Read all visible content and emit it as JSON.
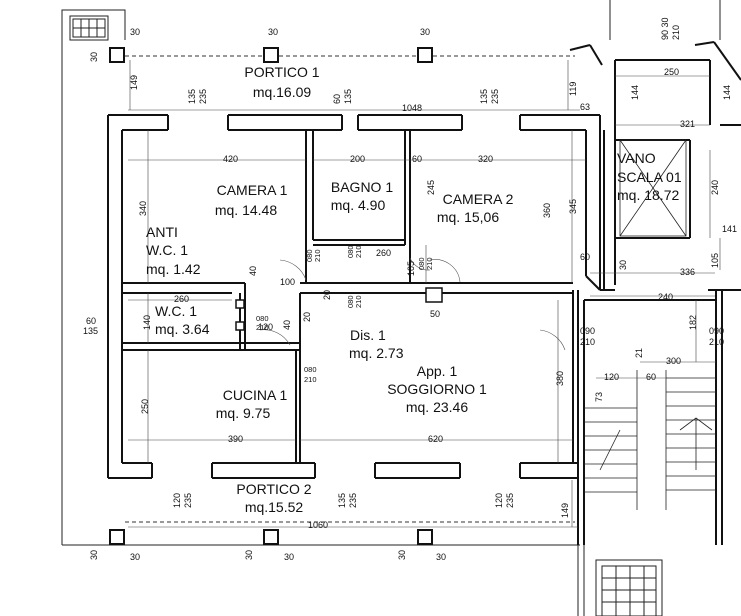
{
  "rooms": {
    "portico1": {
      "name": "PORTICO 1",
      "area": "mq.16.09"
    },
    "camera1": {
      "name": "CAMERA 1",
      "area": "mq. 14.48"
    },
    "bagno1": {
      "name": "BAGNO 1",
      "area": "mq. 4.90"
    },
    "camera2": {
      "name": "CAMERA 2",
      "area": "mq. 15,06"
    },
    "vano": {
      "name1": "VANO",
      "name2": "SCALA 01",
      "area": "mq. 18.72"
    },
    "anti": {
      "name1": "ANTI",
      "name2": "W.C. 1",
      "area": "mq. 1.42"
    },
    "wc1": {
      "name": "W.C. 1",
      "area": "mq. 3.64"
    },
    "dis1": {
      "name": "Dis. 1",
      "area": "mq. 2.73"
    },
    "app1": {
      "name1": "App. 1",
      "name2": "SOGGIORNO 1",
      "area": "mq. 23.46"
    },
    "cucina1": {
      "name": "CUCINA 1",
      "area": "mq. 9.75"
    },
    "portico2": {
      "name": "PORTICO 2",
      "area": "mq.15.52"
    }
  },
  "dims": {
    "d30a": "30",
    "d30b": "30",
    "d30c": "30",
    "d90_30": "90 30",
    "d210": "210",
    "d149": "149",
    "d135a": "135",
    "d235a": "235",
    "d60a": "60",
    "d135b": "135",
    "d135c": "135",
    "d235b": "235",
    "d119": "119",
    "d1048": "1048",
    "d63": "63",
    "d250": "250",
    "d144a": "144",
    "d144b": "144",
    "d321": "321",
    "d420": "420",
    "d200": "200",
    "d60b": "60",
    "d320": "320",
    "d245": "245",
    "d340": "340",
    "d360": "360",
    "d345": "345",
    "d240a": "240",
    "d141": "141",
    "d260a": "260",
    "d105a": "105",
    "d105b": "105",
    "d60c": "60",
    "d30d": "30",
    "d336": "336",
    "d240b": "240",
    "d40a": "40",
    "d100": "100",
    "d260b": "260",
    "d40b": "40",
    "d60d": "60",
    "d135d": "135",
    "d140": "140",
    "d120": "120",
    "d50": "50",
    "d20a": "20",
    "d20b": "20",
    "d090a": "090",
    "d210a": "210",
    "d182": "182",
    "d090b": "090",
    "d210b": "210",
    "d21": "21",
    "d300": "300",
    "d120b": "120",
    "d60e": "60",
    "d73": "73",
    "d380": "380",
    "d250b": "250",
    "d390": "390",
    "d620": "620",
    "d120c": "120",
    "d235c": "235",
    "d135e": "135",
    "d235d": "235",
    "d120d": "120",
    "d235e": "235",
    "d149b": "149",
    "d1060": "1060",
    "d30e": "30",
    "d30f": "30",
    "d30g": "30",
    "door080": "080",
    "door210": "210"
  }
}
